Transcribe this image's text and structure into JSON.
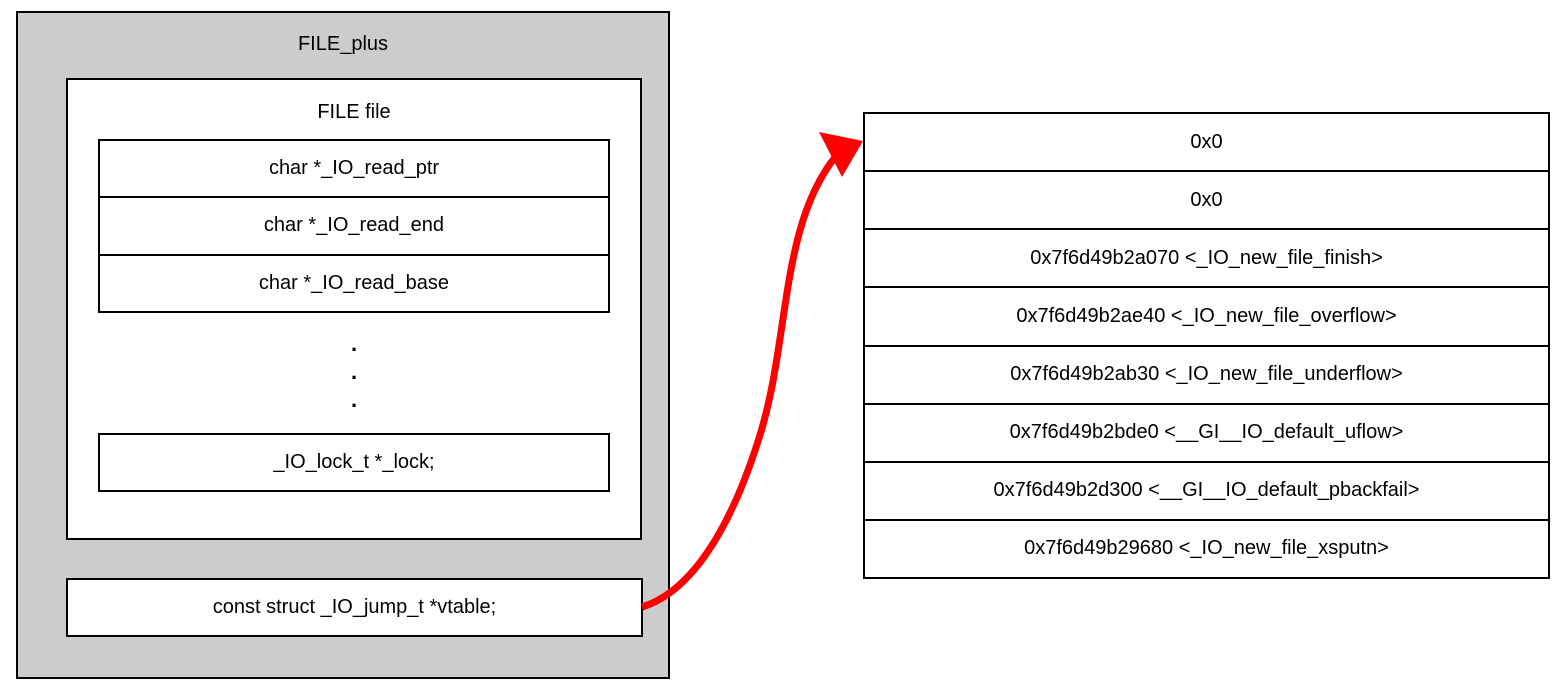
{
  "colors": {
    "struct_fill_gray": "#cccccc",
    "row_fill_white": "#ffffff",
    "border_black": "#000000",
    "arrow_red": "#ff0000"
  },
  "file_plus": {
    "title": "FILE_plus",
    "file_struct": {
      "title": "FILE file",
      "fields": [
        "char *_IO_read_ptr",
        "char *_IO_read_end",
        "char *_IO_read_base"
      ],
      "ellipsis": [
        ".",
        ".",
        "."
      ],
      "lock_field": "_IO_lock_t *_lock;"
    },
    "vtable_field": "const struct _IO_jump_t *vtable;"
  },
  "vtable_table": {
    "rows": [
      "0x0",
      "0x0",
      "0x7f6d49b2a070 <_IO_new_file_finish>",
      "0x7f6d49b2ae40 <_IO_new_file_overflow>",
      "0x7f6d49b2ab30 <_IO_new_file_underflow>",
      "0x7f6d49b2bde0 <__GI__IO_default_uflow>",
      "0x7f6d49b2d300 <__GI__IO_default_pbackfail>",
      "0x7f6d49b29680 <_IO_new_file_xsputn>"
    ]
  }
}
